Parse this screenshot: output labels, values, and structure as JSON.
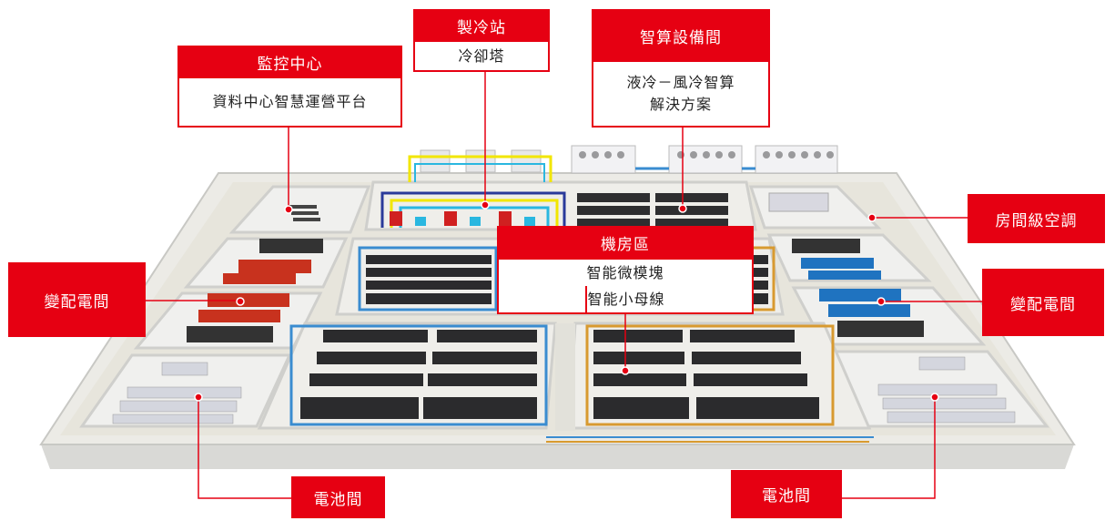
{
  "labels": {
    "cooling_station": {
      "title": "製冷站",
      "sub": "冷卻塔"
    },
    "monitor_center": {
      "title": "監控中心",
      "sub": "資料中心智慧運營平台"
    },
    "compute_room": {
      "title": "智算設備間",
      "sub_line1": "液冷－風冷智算",
      "sub_line2": "解決方案"
    },
    "machine_room": {
      "title": "機房區",
      "sub_left": "智能微模塊",
      "sub_right": "智能小母線"
    },
    "room_ac": "房間級空調",
    "power_left": "變配電間",
    "power_right": "變配電間",
    "battery_left": "電池間",
    "battery_right": "電池間"
  },
  "colors": {
    "accent": "#e60012",
    "pipe_yellow": "#f2e600",
    "pipe_cyan": "#2ab7e0",
    "pipe_blue": "#2a3a9a",
    "pipe_red": "#d02020",
    "bus_orange": "#d89a30",
    "aisle_blue": "#3a8cd0"
  }
}
